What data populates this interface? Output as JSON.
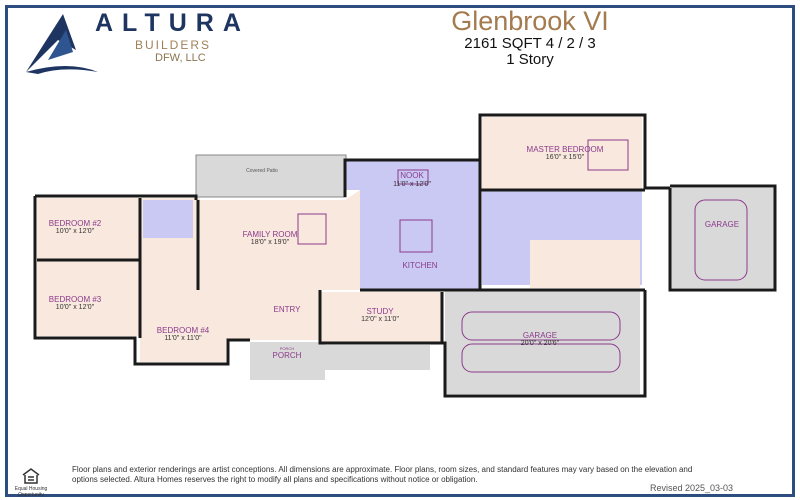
{
  "logo": {
    "brand": "ALTURA",
    "line2": "BUILDERS",
    "line3": "DFW, LLC"
  },
  "header": {
    "title": "Glenbrook VI",
    "specs": "2161 SQFT 4 / 2 / 3",
    "stories": "1 Story"
  },
  "rooms": {
    "covered_patio": {
      "name": "Covered Patio"
    },
    "nook": {
      "name": "NOOK",
      "size": "11'0\" x 12'0\""
    },
    "master_bedroom": {
      "name": "MASTER BEDROOM",
      "size": "16'0\" x 15'0\""
    },
    "bedroom2": {
      "name": "BEDROOM #2",
      "size": "10'0\" x 12'0\""
    },
    "bedroom3": {
      "name": "BEDROOM #3",
      "size": "10'0\" x 12'0\""
    },
    "bedroom4": {
      "name": "BEDROOM #4",
      "size": "11'0\" x 11'0\""
    },
    "family_room": {
      "name": "FAMILY ROOM",
      "size": "18'0\" x 19'0\""
    },
    "kitchen": {
      "name": "KITCHEN"
    },
    "entry": {
      "name": "ENTRY"
    },
    "study": {
      "name": "STUDY",
      "size": "12'0\" x 11'0\""
    },
    "porch": {
      "name": "PORCH",
      "small": "PORCH"
    },
    "garage": {
      "name": "GARAGE",
      "size": "20'0\" x 20'6\""
    },
    "side_garage": {
      "name": "GARAGE"
    }
  },
  "colors": {
    "frame": "#2d4d80",
    "title": "#a47a4f",
    "room_label": "#8b3a8b",
    "floor_living": "#f8e8de",
    "floor_wet": "#c9c9f4",
    "floor_garage": "#d9d9d9"
  },
  "footer": {
    "eho": "Equal Housing Opportunity",
    "disclaimer": "Floor plans and exterior renderings are artist conceptions.  All dimensions are approximate.  Floor plans, room sizes, and standard features may vary based on the elevation and options selected.  Altura Homes reserves the right to modify all plans and specifications without notice or obligation.",
    "revised": "Revised 2025_03-03"
  }
}
